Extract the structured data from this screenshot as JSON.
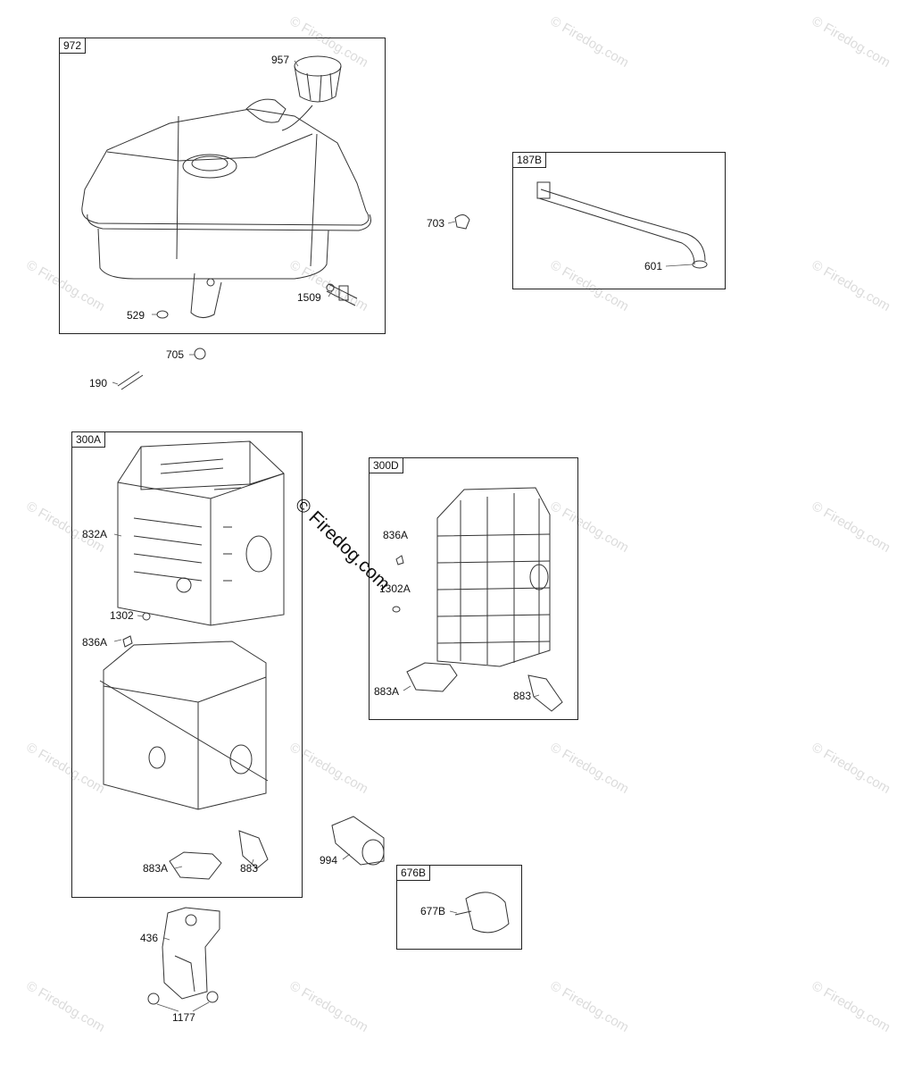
{
  "watermark": "© Firedog.com",
  "watermark_center": "© Firedog.com",
  "boxes": {
    "b972": "972",
    "b187B": "187B",
    "b300A": "300A",
    "b300D": "300D",
    "b676B": "676B"
  },
  "parts": {
    "p957": "957",
    "p703": "703",
    "p601": "601",
    "p1509": "1509",
    "p529": "529",
    "p705": "705",
    "p190": "190",
    "p832A": "832A",
    "p1302": "1302",
    "p836A_left": "836A",
    "p836A_right": "836A",
    "p1302A": "1302A",
    "p883A_right": "883A",
    "p883_right": "883",
    "p883A_left": "883A",
    "p883_left": "883",
    "p994": "994",
    "p677B": "677B",
    "p436": "436",
    "p1177": "1177"
  }
}
